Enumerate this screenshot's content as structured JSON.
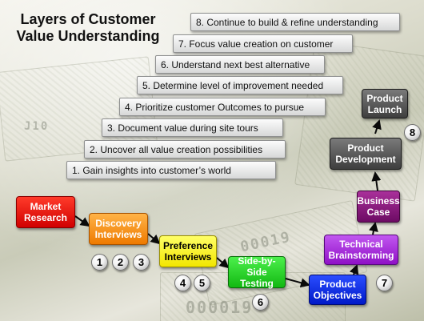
{
  "title_lines": [
    "Layers of Customer",
    "Value Understanding"
  ],
  "steps": [
    "8. Continue to build & refine understanding",
    "7. Focus value creation on customer",
    "6. Understand next best alternative",
    "5. Determine level of improvement needed",
    "4. Prioritize customer Outcomes to pursue",
    "3. Document value during site tours",
    "2. Uncover all value creation possibilities",
    "1. Gain insights into customer’s world"
  ],
  "activities": [
    {
      "lines": [
        "Market",
        "Research"
      ],
      "color": "#e00000"
    },
    {
      "lines": [
        "Discovery",
        "Interviews"
      ],
      "color": "#f58a00"
    },
    {
      "lines": [
        "Preference",
        "Interviews"
      ],
      "color": "#ffff00"
    },
    {
      "lines": [
        "Side-by-Side",
        "Testing"
      ],
      "color": "#22cc22"
    },
    {
      "lines": [
        "Product",
        "Objectives"
      ],
      "color": "#0022dd"
    },
    {
      "lines": [
        "Technical",
        "Brainstorming"
      ],
      "color": "#a020e0"
    },
    {
      "lines": [
        "Business",
        "Case"
      ],
      "color": "#8a1a80"
    },
    {
      "lines": [
        "Product",
        "Development"
      ],
      "color": "#555555"
    },
    {
      "lines": [
        "Product",
        "Launch"
      ],
      "color": "#555555"
    }
  ],
  "step_markers": [
    "1",
    "2",
    "3",
    "4",
    "5",
    "6",
    "7",
    "8"
  ],
  "background_banknote_text": [
    "00019",
    "J10",
    "000019"
  ]
}
